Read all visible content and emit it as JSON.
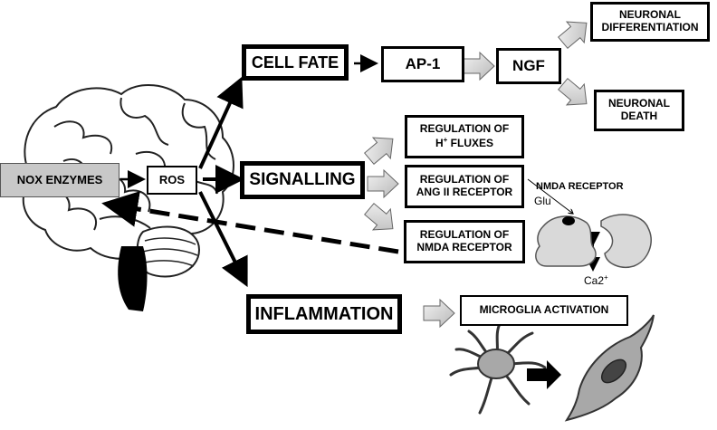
{
  "nodes": {
    "nox_enzymes": "NOX ENZYMES",
    "ros": "ROS",
    "cell_fate": "CELL FATE",
    "ap1": "AP-1",
    "ngf": "NGF",
    "neuronal_differentiation": [
      "NEURONAL",
      "DIFFERENTIATION"
    ],
    "neuronal_death": [
      "NEURONAL",
      "DEATH"
    ],
    "signalling": "SIGNALLING",
    "reg_h": {
      "line1": "REGULATION OF",
      "line2_main": "H",
      "line2_sup": "+",
      "line2_rest": " FLUXES"
    },
    "reg_ang": [
      "REGULATION OF",
      "ANG II RECEPTOR"
    ],
    "reg_nmda": [
      "REGULATION OF",
      "NMDA RECEPTOR"
    ],
    "inflammation": "INFLAMMATION",
    "microglia_activation": "MICROGLIA ACTIVATION"
  },
  "labels": {
    "nmda_receptor": "NMDA RECEPTOR",
    "glu": "Glu",
    "ca_main": "Ca2",
    "ca_sup": "+"
  },
  "colors": {
    "stroke": "#000000",
    "gray_box": "#c8c8c8",
    "receptor_fill": "#d9d9d9",
    "arrow_fill": "#d4d4d4",
    "microglia_fill": "#a8a8a8"
  }
}
